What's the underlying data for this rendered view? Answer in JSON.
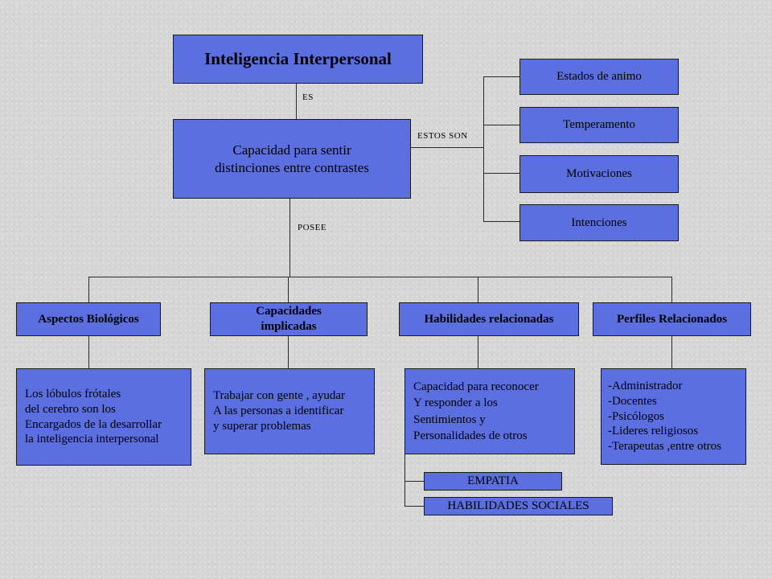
{
  "title": "Inteligencia Interpersonal",
  "labels": {
    "es": "ES",
    "estos_son": "ESTOS SON",
    "posee": "POSEE"
  },
  "definition": [
    "Capacidad para sentir",
    "distinciones entre contrastes"
  ],
  "states": [
    "Estados de animo",
    "Temperamento",
    "Motivaciones",
    "Intenciones"
  ],
  "categories": [
    {
      "heading": "Aspectos Biológicos",
      "detail": [
        "Los lóbulos frótales",
        "del cerebro son los",
        "Encargados de la desarrollar",
        "la inteligencia interpersonal"
      ]
    },
    {
      "heading": [
        "Capacidades",
        "implicadas"
      ],
      "detail": [
        "Trabajar con gente , ayudar",
        "A las personas a identificar",
        "y superar problemas"
      ]
    },
    {
      "heading": "Habilidades relacionadas",
      "detail": [
        "Capacidad para reconocer",
        "Y responder a los",
        "Sentimientos y",
        "Personalidades de otros"
      ]
    },
    {
      "heading": "Perfiles Relacionados",
      "detail": [
        "-Administrador",
        "-Docentes",
        "-Psicólogos",
        "-Lideres religiosos",
        "-Terapeutas ,entre otros"
      ]
    }
  ],
  "skills": [
    "EMPATIA",
    "HABILIDADES SOCIALES"
  ],
  "colors": {
    "box_fill": "#5b6fe0",
    "background": "#d6d6d6",
    "line": "#2a2a2a"
  }
}
